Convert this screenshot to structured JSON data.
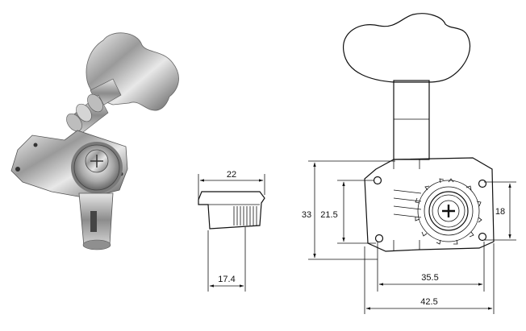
{
  "figure": {
    "photo": {
      "subject": "tuning-machine-photo"
    },
    "side_view": {
      "dim_top": "22",
      "dim_bottom": "17.4"
    },
    "front_view": {
      "dim_height_outer": "33",
      "dim_height_inner": "21.5",
      "dim_gear": "18",
      "dim_width_inner": "35.5",
      "dim_width_outer": "42.5"
    }
  }
}
